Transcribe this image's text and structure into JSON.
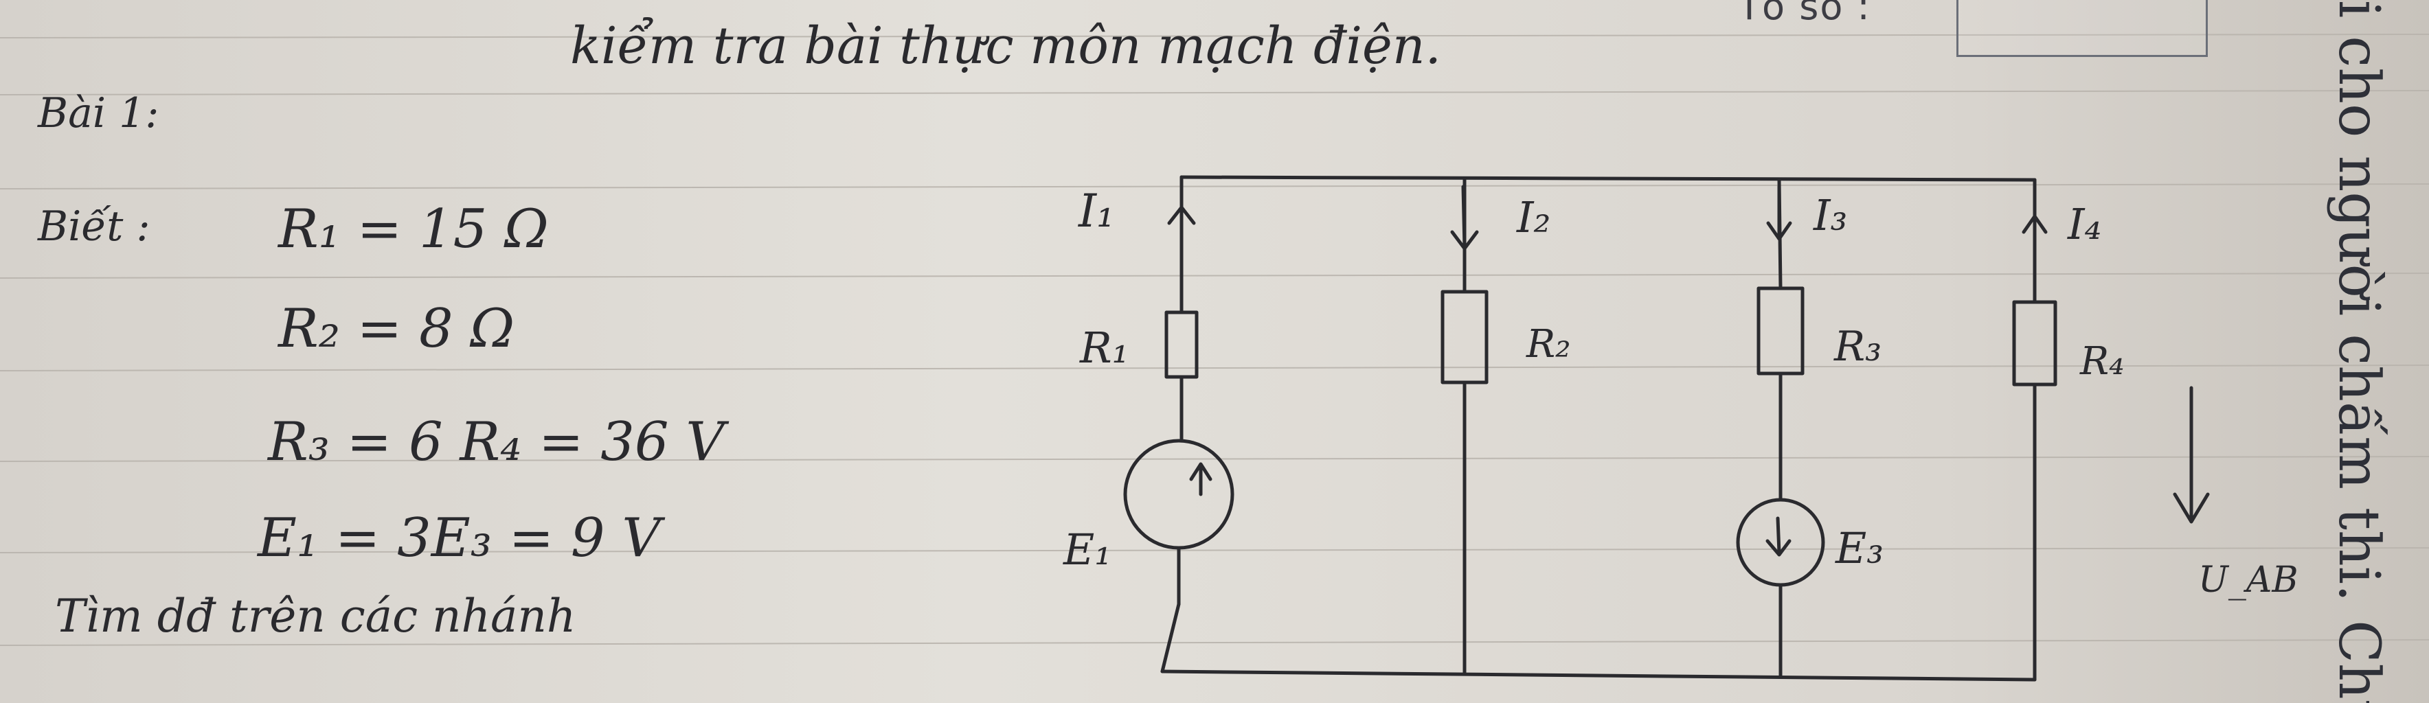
{
  "header": {
    "printed_label": "Tổ số :",
    "title": "kiểm tra bài thực môn mạch điện."
  },
  "side_text": "i cho người chấm thi. Chủ",
  "problem": {
    "heading": "Bài 1:",
    "given_label": "Biết :",
    "given_lines": [
      "R₁ = 15 Ω",
      "R₂ = 8 Ω",
      "R₃ = 6 R₄ = 36 V",
      "E₁ = 3E₃ = 9 V"
    ],
    "task": "Tìm dđ trên các nhánh"
  },
  "circuit": {
    "current_labels": [
      "I₁",
      "I₂",
      "I₃",
      "I₄"
    ],
    "resistor_labels": [
      "R₁",
      "R₂",
      "R₃",
      "R₄"
    ],
    "source_labels": [
      "E₁",
      "E₃"
    ],
    "voltage_label": "U_AB"
  },
  "colors": {
    "ink": "#2a2a2e",
    "paper": "#e3e0da",
    "rule": "#b9b4ad"
  }
}
